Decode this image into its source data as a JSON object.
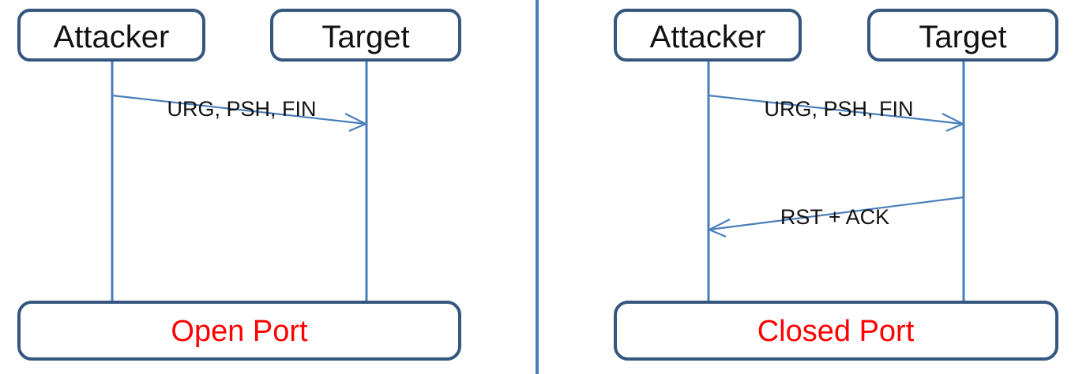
{
  "figure": {
    "kind": "sequence-diagram-pair",
    "colors": {
      "box_border": "#35577F",
      "lifeline": "#4A7EBB",
      "arrow": "#4A7EBB",
      "node_text": "#111111",
      "result_text": "#FF0000",
      "divider": "#4A7EBB",
      "background": "#FFFFFF"
    }
  },
  "panels": [
    {
      "id": "open-port",
      "actors": [
        {
          "id": "attacker",
          "label": "Attacker"
        },
        {
          "id": "target",
          "label": "Target"
        }
      ],
      "messages": [
        {
          "id": "urg-psh-fin",
          "label": "URG, PSH, FIN",
          "from": "attacker",
          "to": "target",
          "direction": "right"
        }
      ],
      "result": {
        "id": "open-port-result",
        "label": "Open Port"
      }
    },
    {
      "id": "closed-port",
      "actors": [
        {
          "id": "attacker",
          "label": "Attacker"
        },
        {
          "id": "target",
          "label": "Target"
        }
      ],
      "messages": [
        {
          "id": "urg-psh-fin",
          "label": "URG, PSH, FIN",
          "from": "attacker",
          "to": "target",
          "direction": "right"
        },
        {
          "id": "rst-ack",
          "label": "RST + ACK",
          "from": "target",
          "to": "attacker",
          "direction": "left"
        }
      ],
      "result": {
        "id": "closed-port-result",
        "label": "Closed Port"
      }
    }
  ]
}
